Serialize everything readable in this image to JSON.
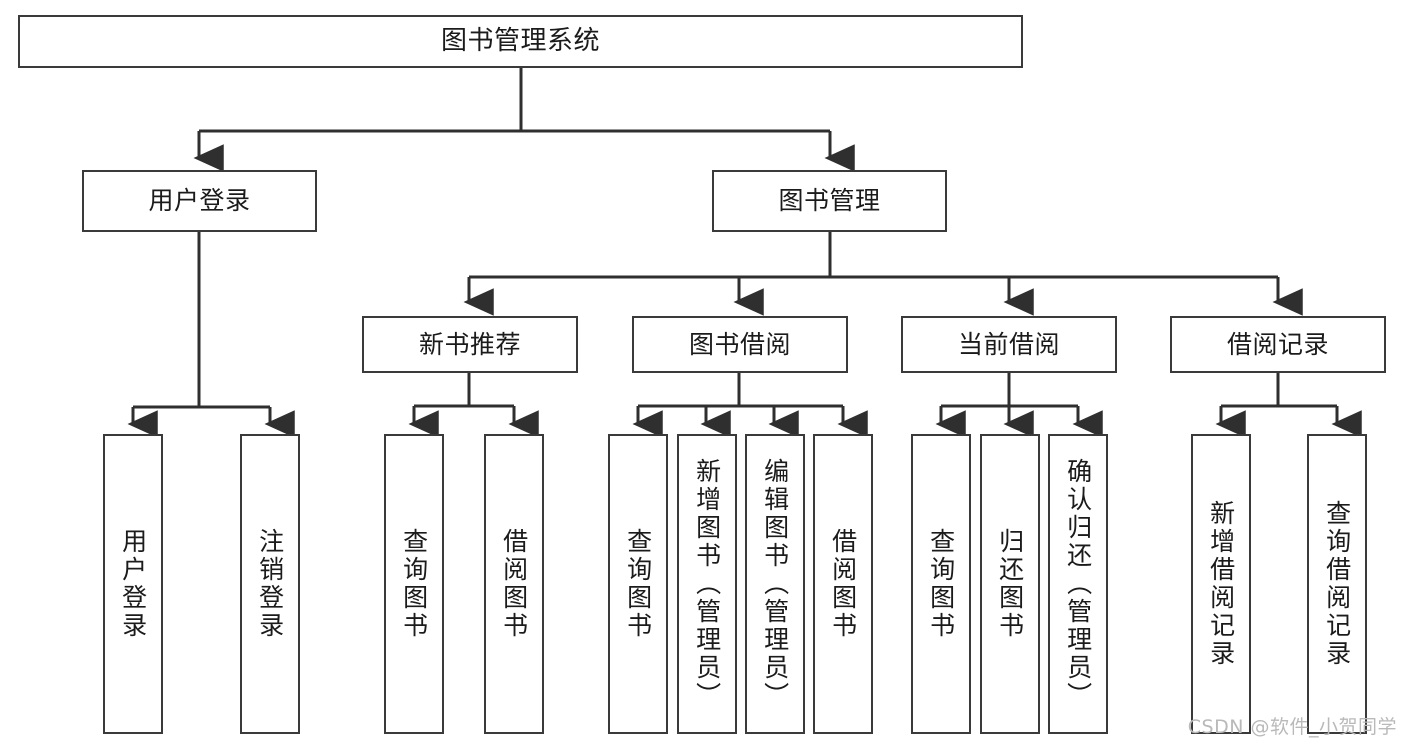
{
  "diagram": {
    "title": "图书管理系统",
    "type": "tree-hierarchy",
    "root": {
      "label": "图书管理系统"
    },
    "level2": [
      {
        "label": "用户登录"
      },
      {
        "label": "图书管理"
      }
    ],
    "level3": [
      {
        "label": "新书推荐"
      },
      {
        "label": "图书借阅"
      },
      {
        "label": "当前借阅"
      },
      {
        "label": "借阅记录"
      }
    ],
    "leaves": {
      "user_login": [
        {
          "label": "用户登录"
        },
        {
          "label": "注销登录"
        }
      ],
      "new_book_recommend": [
        {
          "label": "查询图书"
        },
        {
          "label": "借阅图书"
        }
      ],
      "book_borrow": [
        {
          "label": "查询图书"
        },
        {
          "label": "新增图书（管理员）"
        },
        {
          "label": "编辑图书（管理员）"
        },
        {
          "label": "借阅图书"
        }
      ],
      "current_borrow": [
        {
          "label": "查询图书"
        },
        {
          "label": "归还图书"
        },
        {
          "label": "确认归还（管理员）"
        }
      ],
      "borrow_record": [
        {
          "label": "新增借阅记录"
        },
        {
          "label": "查询借阅记录"
        }
      ]
    }
  },
  "watermark": {
    "text": "CSDN @软件_小贺同学"
  },
  "colors": {
    "stroke": "#3a3a3a",
    "text": "#1b1b1b",
    "background": "#ffffff",
    "watermark": "#b9b9b9"
  }
}
